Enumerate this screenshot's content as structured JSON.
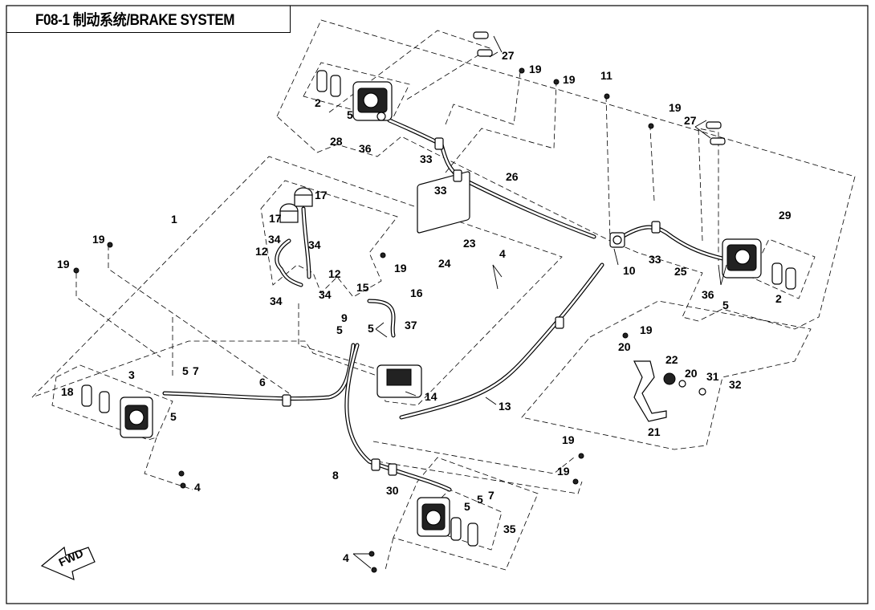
{
  "title": "F08-1 制动系统/BRAKE SYSTEM",
  "fwd_label": "FWD",
  "callouts": [
    "1",
    "2",
    "3",
    "4",
    "5",
    "6",
    "7",
    "8",
    "9",
    "10",
    "11",
    "12",
    "13",
    "14",
    "15",
    "16",
    "17",
    "18",
    "19",
    "20",
    "21",
    "22",
    "23",
    "24",
    "25",
    "26",
    "27",
    "28",
    "29",
    "30",
    "31",
    "32",
    "33",
    "34",
    "35",
    "36",
    "37"
  ]
}
